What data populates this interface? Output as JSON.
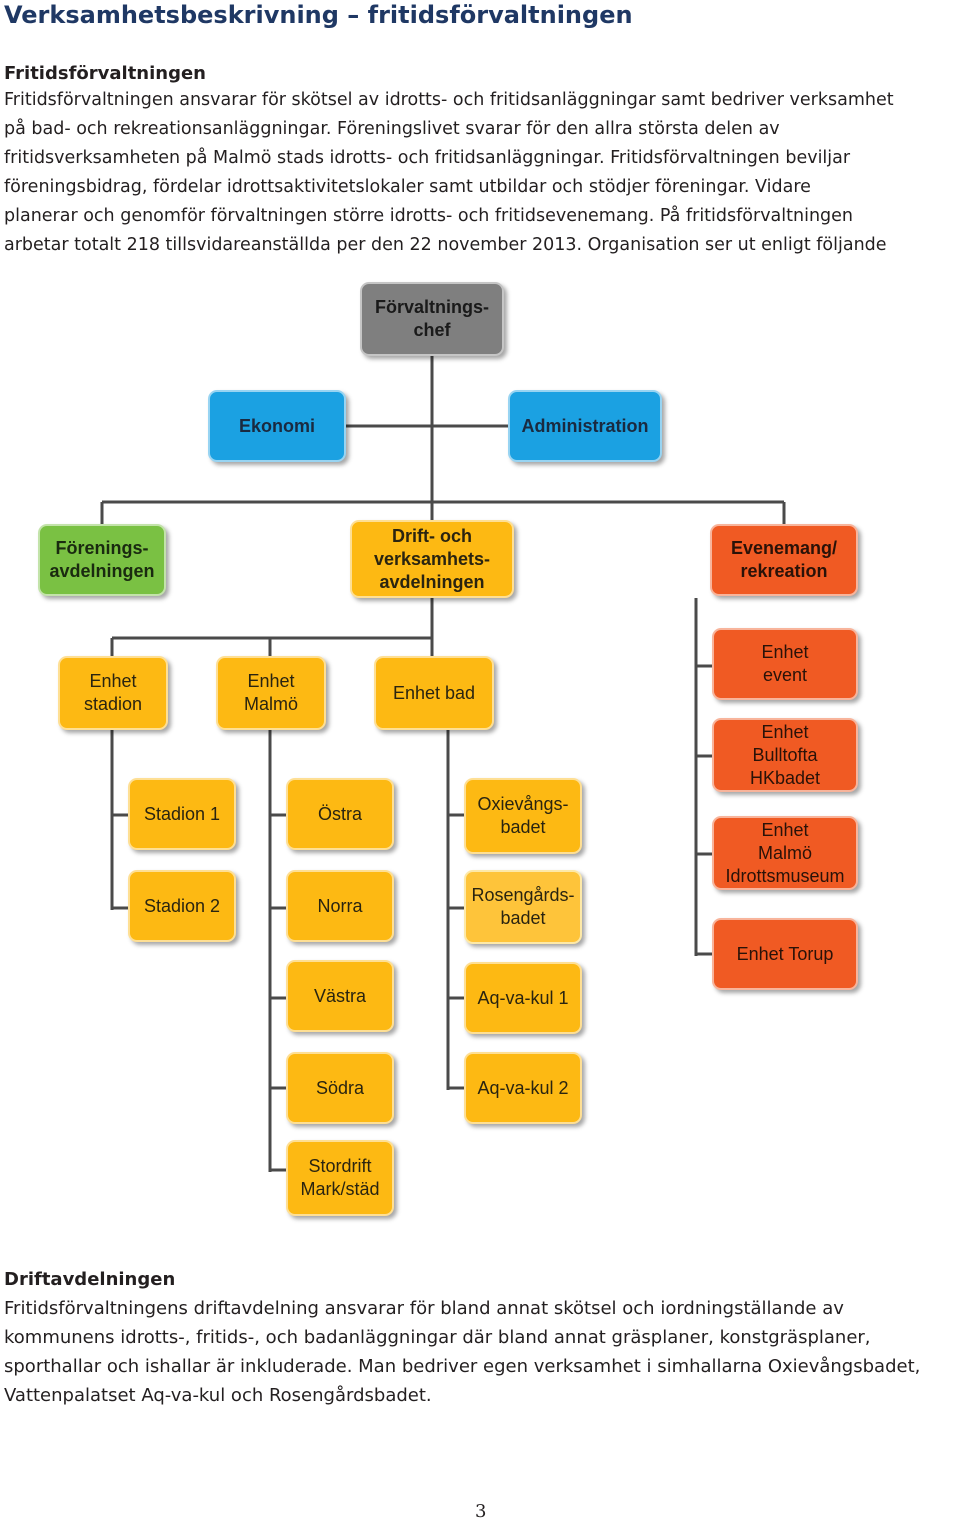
{
  "title": "Verksamhetsbeskrivning – fritidsförvaltningen",
  "section1": {
    "heading": "Fritidsförvaltningen",
    "lines": [
      "Fritidsförvaltningen ansvarar för skötsel av idrotts- och fritidsanläggningar samt bedriver verksamhet",
      "på bad- och rekreationsanläggningar. Föreningslivet svarar för den allra största delen av",
      "fritidsverksamheten på Malmö stads idrotts- och fritidsanläggningar. Fritidsförvaltningen beviljar",
      "föreningsbidrag, fördelar idrottsaktivitetslokaler samt utbildar och stödjer föreningar. Vidare",
      "planerar och genomför förvaltningen större idrotts- och fritidsevenemang. På fritidsförvaltningen",
      "arbetar totalt 218 tillsvidareanställda per den 22 november 2013. Organisation ser ut enligt följande"
    ]
  },
  "org_chart": {
    "chief": "Förvaltnings-\nchef",
    "economy": "Ekonomi",
    "administration": "Administration",
    "association_dept": "Förenings-\navdelningen",
    "operations_dept": "Drift- och\nverksamhets-\navdelningen",
    "events_dept": "Evenemang/\nrekreation",
    "unit_stadion": "Enhet\nstadion",
    "unit_malmo": "Enhet\nMalmö",
    "unit_bad": "Enhet bad",
    "stadion_1": "Stadion 1",
    "stadion_2": "Stadion 2",
    "ostra": "Östra",
    "norra": "Norra",
    "vastra": "Västra",
    "sodra": "Södra",
    "stordrift": "Stordrift\nMark/städ",
    "oxievang": "Oxievångs-\nbadet",
    "rosengard": "Rosengårds-\nbadet",
    "aqvakul1": "Aq-va-kul 1",
    "aqvakul2": "Aq-va-kul 2",
    "unit_event": "Enhet\nevent",
    "unit_bulltofta": "Enhet\nBulltofta\nHKbadet",
    "unit_museum": "Enhet\nMalmö\nIdrottsmuseum",
    "unit_torup": "Enhet Torup"
  },
  "section2": {
    "heading": "Driftavdelningen",
    "lines": [
      "Fritidsförvaltningens driftavdelning ansvarar för bland annat skötsel och iordningställande av",
      "kommunens idrotts-, fritids-, och badanläggningar där bland annat gräsplaner, konstgräsplaner,",
      "sporthallar och ishallar är inkluderade. Man bedriver egen verksamhet i simhallarna Oxievångsbadet,",
      "Vattenpalatset Aq-va-kul och Rosengårdsbadet."
    ]
  },
  "page_number": "3",
  "colors": {
    "chief": "#7f7f7f",
    "staff": "#1ba1e2",
    "association": "#7ac143",
    "operations": "#fdb913",
    "events": "#f05a23",
    "title": "#1f3864"
  }
}
